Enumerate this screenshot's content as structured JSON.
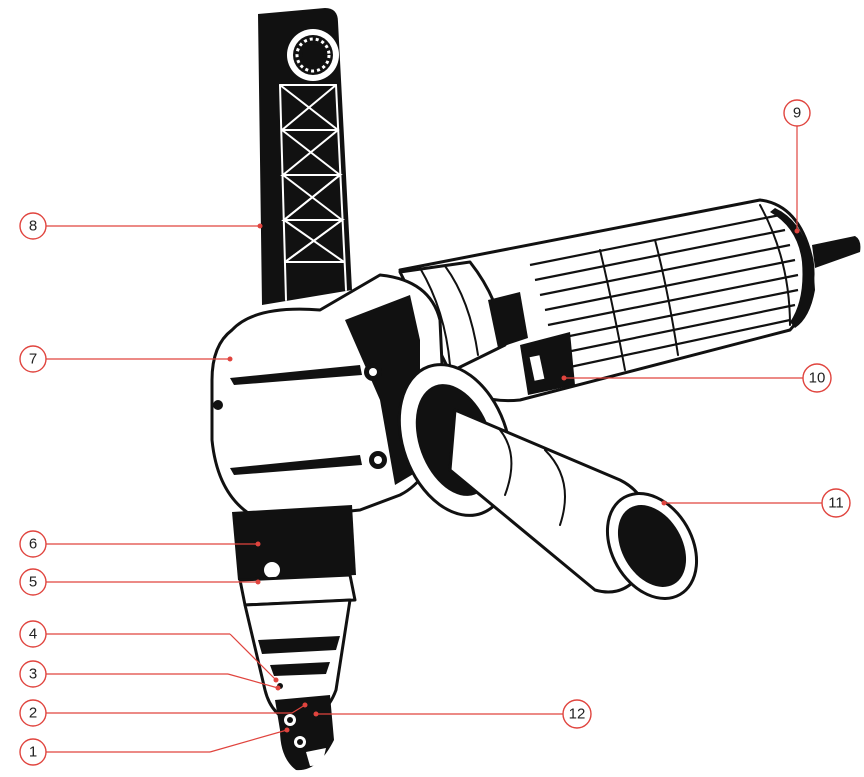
{
  "figure": {
    "subject": "power nibbler with auxiliary side handle",
    "accent_color": "#e0443e",
    "ink_color": "#111111"
  },
  "callouts": [
    {
      "label": "1"
    },
    {
      "label": "2"
    },
    {
      "label": "3"
    },
    {
      "label": "4"
    },
    {
      "label": "5"
    },
    {
      "label": "6"
    },
    {
      "label": "7"
    },
    {
      "label": "8"
    },
    {
      "label": "9"
    },
    {
      "label": "10"
    },
    {
      "label": "11"
    },
    {
      "label": "12"
    }
  ]
}
